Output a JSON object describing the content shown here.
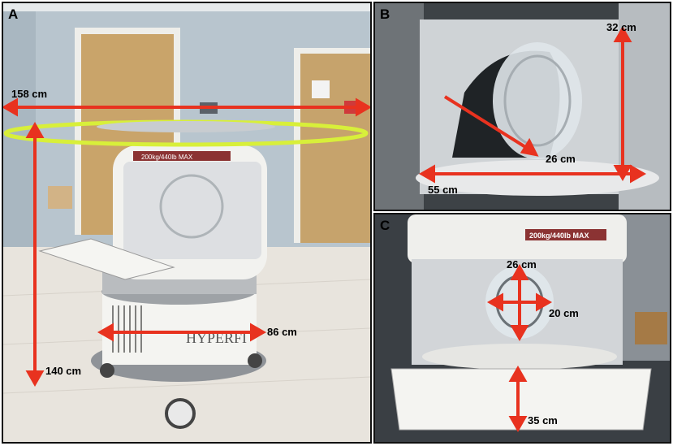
{
  "panels": {
    "a": {
      "letter": "A",
      "measure_width": "158 cm",
      "measure_height": "140 cm",
      "measure_base": "86 cm",
      "brand_text": "HYPERFI",
      "weight_label": "200kg/440lb MAX"
    },
    "b": {
      "letter": "B",
      "measure_height": "32 cm",
      "measure_diagonal": "26 cm",
      "measure_depth": "55 cm"
    },
    "c": {
      "letter": "C",
      "measure_coil_width": "26 cm",
      "measure_coil_height": "20 cm",
      "measure_table": "35 cm",
      "weight_label": "200kg/440lb MAX"
    }
  },
  "colors": {
    "arrow": "#e8321f",
    "ring": "#d8ef3a",
    "wall": "#b9c6cf",
    "door": "#c9a46a",
    "floor": "#e8e4dd",
    "machine": "#f2f2ef"
  }
}
